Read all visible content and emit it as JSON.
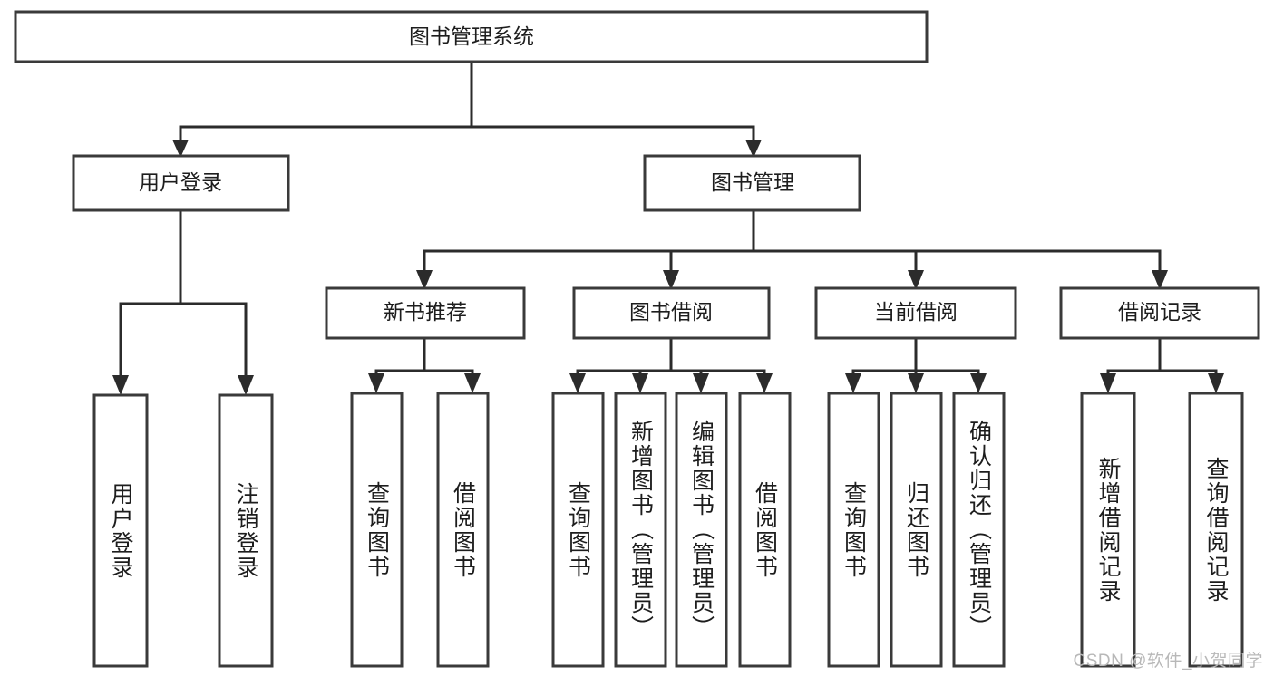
{
  "diagram": {
    "type": "tree",
    "title": "图书管理系统",
    "watermark": "CSDN @软件_小贺同学",
    "colors": {
      "box_stroke": "#3a3a3a",
      "connector": "#2b2b2b",
      "background": "#ffffff",
      "text": "#1d1d1d",
      "watermark": "#b8b8b8"
    },
    "root": {
      "label": "图书管理系统"
    },
    "level2": [
      {
        "label": "用户登录"
      },
      {
        "label": "图书管理"
      }
    ],
    "level3": [
      {
        "label": "新书推荐"
      },
      {
        "label": "图书借阅"
      },
      {
        "label": "当前借阅"
      },
      {
        "label": "借阅记录"
      }
    ],
    "leaves": {
      "user_login": [
        {
          "label": "用户登录"
        },
        {
          "label": "注销登录"
        }
      ],
      "new_book_recommend": [
        {
          "label": "查询图书"
        },
        {
          "label": "借阅图书"
        }
      ],
      "book_borrow": [
        {
          "label": "查询图书"
        },
        {
          "label": "新增图书（管理员）"
        },
        {
          "label": "编辑图书（管理员）"
        },
        {
          "label": "借阅图书"
        }
      ],
      "current_borrow": [
        {
          "label": "查询图书"
        },
        {
          "label": "归还图书"
        },
        {
          "label": "确认归还（管理员）"
        }
      ],
      "borrow_record": [
        {
          "label": "新增借阅记录"
        },
        {
          "label": "查询借阅记录"
        }
      ]
    }
  }
}
